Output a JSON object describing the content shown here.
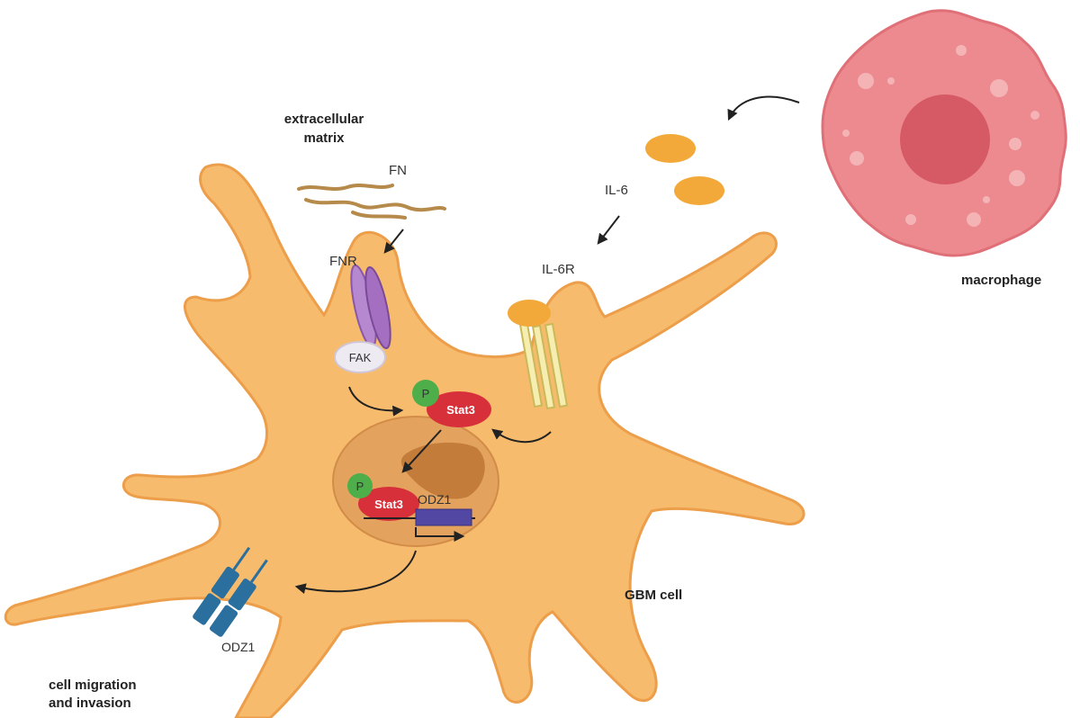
{
  "labels": {
    "extracellular_matrix_line1": "extracellular",
    "extracellular_matrix_line2": "matrix",
    "fn": "FN",
    "fnr": "FNR",
    "fak": "FAK",
    "il6": "IL-6",
    "il6r": "IL-6R",
    "macrophage": "macrophage",
    "p_cytoplasm": "P",
    "stat3_cytoplasm": "Stat3",
    "p_nucleus": "P",
    "stat3_nucleus": "Stat3",
    "odz1_gene": "ODZ1",
    "odz1_receptor": "ODZ1",
    "gbm_cell": "GBM cell",
    "cell_migration_line1": "cell migration",
    "cell_migration_line2": "and invasion"
  },
  "colors": {
    "cell_fill": "#f6bb6c",
    "cell_stroke": "#ec9e4a",
    "nucleus_fill": "#e3a35e",
    "nucleolus_fill": "#c47c3a",
    "macrophage_fill": "#ec8a8f",
    "macrophage_nucleus": "#d65a66",
    "il6_fill": "#f2a93a",
    "fnr_fill": "#a46fc0",
    "stat3_fill": "#d8303a",
    "phospho_fill": "#4dae4a",
    "odz1_receptor_fill": "#2a6f9e",
    "gene_box_fill": "#5248a3",
    "fn_fiber": "#b58a4a"
  }
}
